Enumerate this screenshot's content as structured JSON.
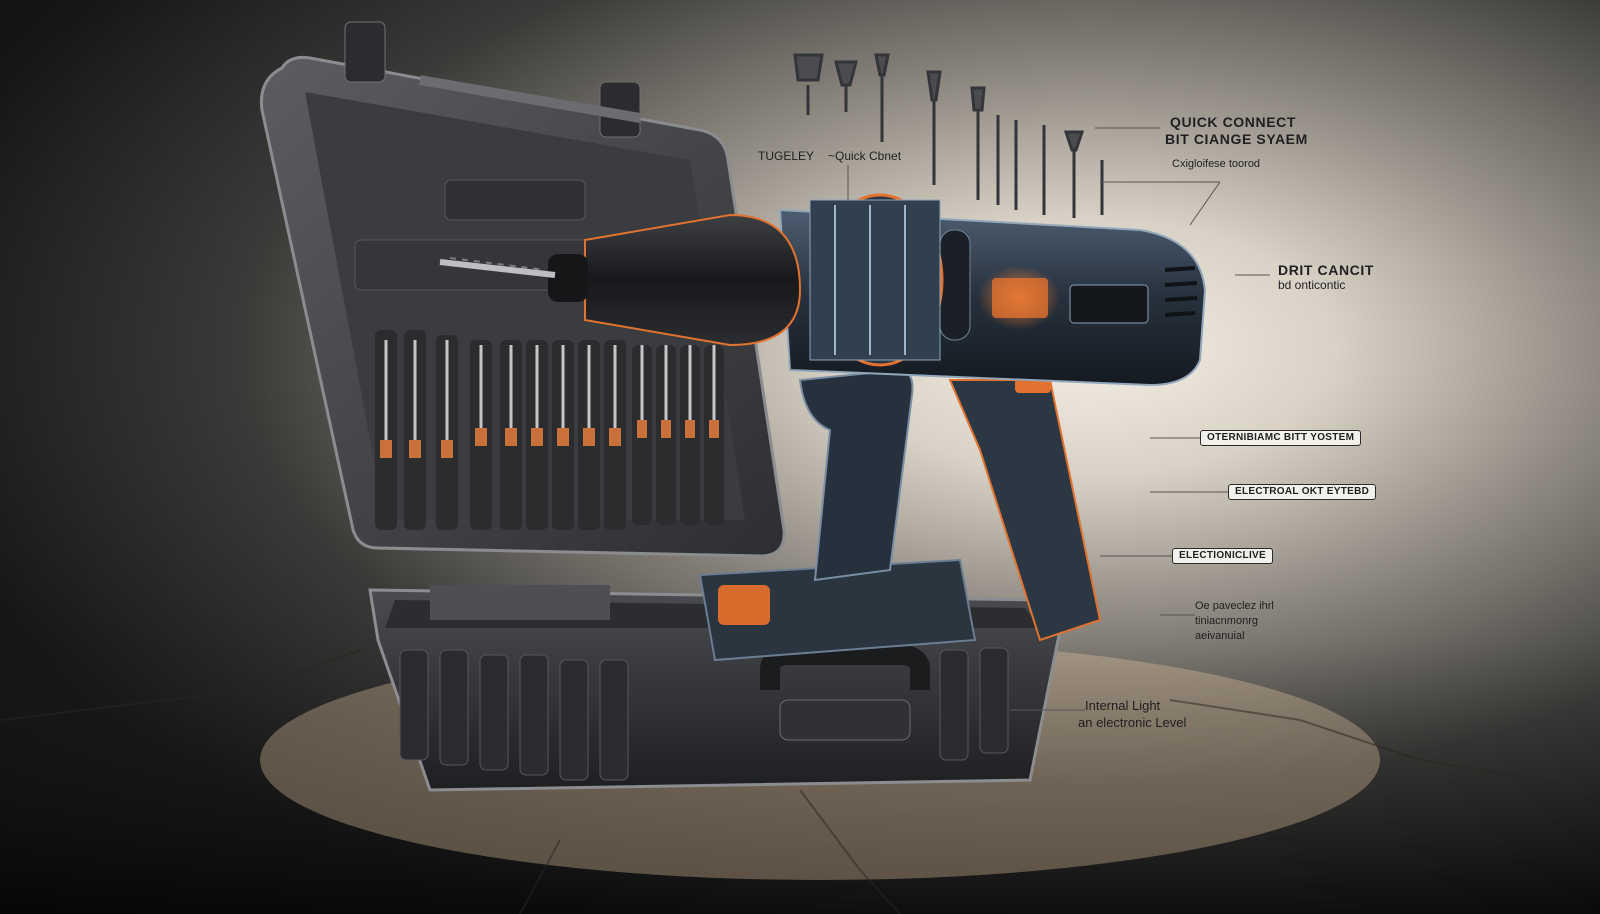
{
  "labels": {
    "top_left": "TUGELEY",
    "top_left_tail": "~Quick Cbnet",
    "quick_connect_l1": "QUICK CONNECT",
    "quick_connect_l2": "BIT CIANGE SYAEM",
    "quick_connect_sub": "Cxigloifese toorod",
    "dirt_cancit_l1": "DRIT CANCIT",
    "dirt_cancit_l2": "bd onticontic",
    "ot_box": "OTERNIBIAMC BITT YOSTEM",
    "ec_box": "ELECTROAL OKT EYTEBD",
    "el_box": "ELECTIONICLIVE",
    "small_para_l1": "Oe paveclez ihrl",
    "small_para_l2": "tiniacnmonrg",
    "small_para_l3": "aeivanuial",
    "internal_l1": "Internal Light",
    "internal_l2": "an electronic Level"
  },
  "colors": {
    "accent_orange": "#e2722f",
    "body_dark": "#1e2226",
    "blue_steel": "#3b4a5c",
    "case_gray": "#3a3c3f"
  }
}
